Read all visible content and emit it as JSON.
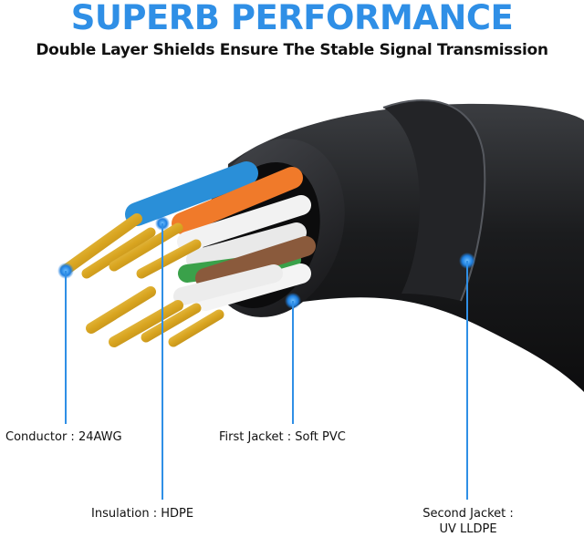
{
  "headline": "SUPERB PERFORMANCE",
  "subheadline": "Double Layer Shields Ensure The Stable Signal Transmission",
  "callouts": {
    "conductor": "Conductor : 24AWG",
    "first_jacket": "First Jacket : Soft PVC",
    "insulation": "Insulation : HDPE",
    "second_jacket_line1": "Second Jacket :",
    "second_jacket_line2": "UV LLDPE"
  },
  "colors": {
    "accent_blue": "#2f8fe6",
    "cable_black": "#1b1c1e",
    "copper_gold": "#d9a520",
    "wire_orange": "#f07a2a",
    "wire_blue": "#2a8fd8",
    "wire_green": "#3aa14a",
    "wire_brown": "#8a5a3c"
  }
}
